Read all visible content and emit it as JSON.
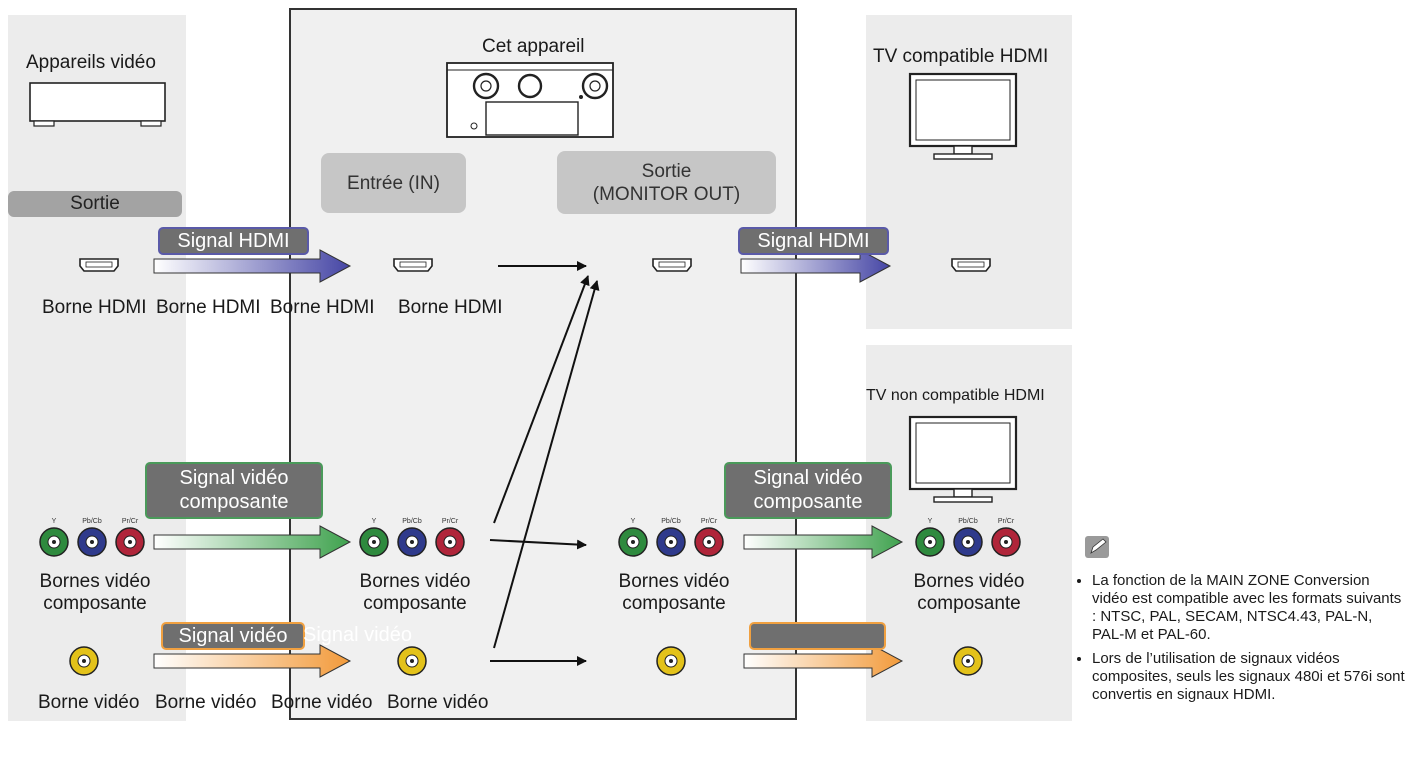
{
  "colors": {
    "hdmi": "#4646a5",
    "component": "#3fa24e",
    "composite": "#f29a3a",
    "panel": "#ececec",
    "badge": "#8f8f8f",
    "badge_light": "#c6c6c6"
  },
  "source": {
    "title": "Appareils vidéo",
    "output_label": "Sortie",
    "hdmi_terminal": "Borne HDMI",
    "component_terminal": [
      "Bornes vidéo",
      "composante"
    ],
    "composite_terminal": "Borne vidéo"
  },
  "unit": {
    "title": "Cet appareil",
    "input_label": "Entrée (IN)",
    "output_label": [
      "Sortie",
      "(MONITOR OUT)"
    ],
    "hdmi_in": "Borne HDMI",
    "hdmi_out": "Borne HDMI",
    "component_in": [
      "Bornes vidéo",
      "composante"
    ],
    "component_out": [
      "Bornes vidéo",
      "composante"
    ],
    "composite_in": "Borne vidéo",
    "composite_out": "Borne vidéo"
  },
  "tv_hdmi": {
    "title": "TV compatible HDMI"
  },
  "tv_non_hdmi": {
    "title": "TV non compatible HDMI",
    "component_terminal": [
      "Bornes vidéo",
      "composante"
    ]
  },
  "signals": {
    "hdmi": "Signal HDMI",
    "component": [
      "Signal vidéo",
      "composante"
    ],
    "composite": "Signal vidéo",
    "composite_ghost": "Signal vidéo"
  },
  "jack_labels": {
    "y": "Y",
    "pb": "Pb/Cb",
    "pr": "Pr/Cr"
  },
  "notes": {
    "icon": "pencil-icon",
    "items": [
      "La fonction de la MAIN ZONE Conversion vidéo est compatible avec les formats suivants : NTSC, PAL, SECAM, NTSC4.43, PAL-N, PAL-M et PAL-60.",
      "Lors de l’utilisation de signaux vidéos composites, seuls les signaux 480i et 576i sont convertis en signaux HDMI."
    ]
  }
}
